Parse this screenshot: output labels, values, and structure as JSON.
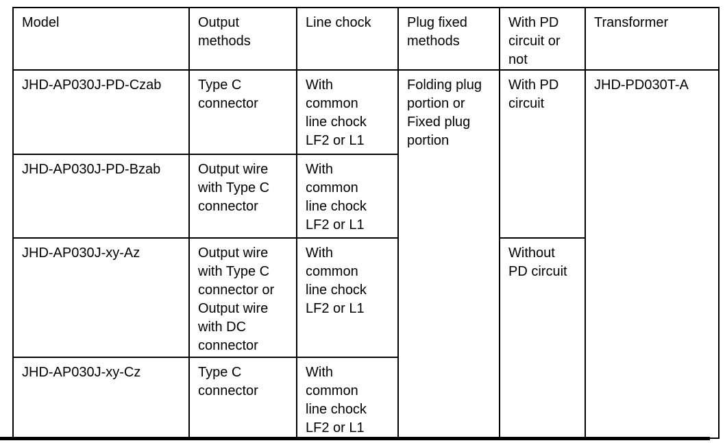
{
  "page": {
    "background_color": "#ffffff",
    "text_color": "#000000",
    "border_color": "#000000"
  },
  "table": {
    "headers": [
      "Model",
      "Output methods",
      "Line chock",
      "Plug fixed methods",
      "With PD circuit or not",
      "Transformer"
    ],
    "rows": [
      {
        "model": "JHD-AP030J-PD-Czab",
        "output_method": "Type C connector",
        "line_chock": "With common line chock LF2 or L1"
      },
      {
        "model": "JHD-AP030J-PD-Bzab",
        "output_method": "Output wire with Type C connector",
        "line_chock": "With common line chock LF2 or L1"
      },
      {
        "model": "JHD-AP030J-xy-Az",
        "output_method": "Output wire with Type C connector or Output wire with DC connector",
        "line_chock": "With common line chock LF2 or L1"
      },
      {
        "model": "JHD-AP030J-xy-Cz",
        "output_method": "Type C connector",
        "line_chock": "With common line chock LF2 or L1"
      }
    ],
    "plug_fixed_methods": "Folding plug portion or Fixed plug portion",
    "pd_circuit": {
      "rows_1_2": "With PD circuit",
      "rows_3_4": "Without PD circuit"
    },
    "transformer": "JHD-PD030T-A"
  }
}
